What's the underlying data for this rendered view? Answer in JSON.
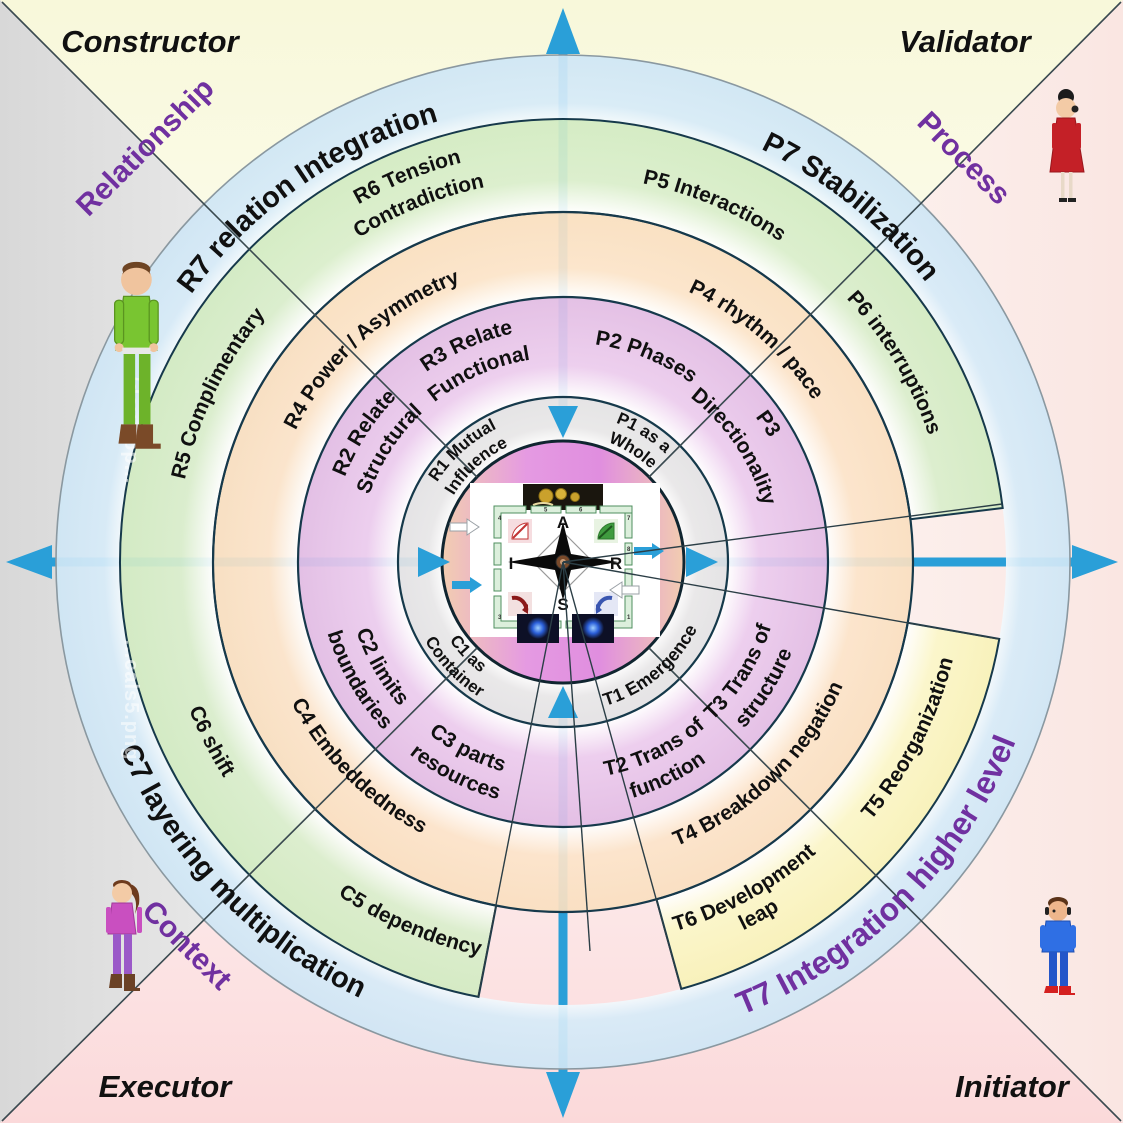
{
  "roles": {
    "top_left": "Constructor",
    "top_right": "Validator",
    "bottom_left": "Executor",
    "bottom_right": "Initiator"
  },
  "dimensions": {
    "top_left": "Relationship",
    "top_right": "Process",
    "bottom_left": "Context"
  },
  "rings": {
    "R": {
      "r7": "R7 relation Integration",
      "r6": [
        "R6 Tension",
        "Contradiction"
      ],
      "r5": "R5 Complimentary",
      "r4": "R4 Power / Asymmetry",
      "r3": [
        "R3 Relate",
        "Functional"
      ],
      "r2": [
        "R2 Relate",
        "Structural"
      ],
      "r1": [
        "R1 Mutual",
        "Influence"
      ]
    },
    "P": {
      "p7": "P7 Stabilization",
      "p6": "P6 interruptions",
      "p5": "P5 Interactions",
      "p4": "P4 rhythm / pace",
      "p3": [
        "P3",
        "Directionality"
      ],
      "p2": "P2 Phases",
      "p1": [
        "P1 as a",
        "Whole"
      ]
    },
    "C": {
      "c7": "C7 layering multiplication",
      "c6": "C6 shift",
      "c5": "C5 dependency",
      "c4": "C4 Embeddedness",
      "c3": [
        "C3 parts",
        "resources"
      ],
      "c2": [
        "C2 limits",
        "boundaries"
      ],
      "c1": [
        "C1 as",
        "Container"
      ]
    },
    "T": {
      "t7": "T7 Integration higher level",
      "t6": [
        "T6 Development",
        "leap"
      ],
      "t5": "T5 Reorganization",
      "t4": "T4 Breakdown negation",
      "t3": [
        "T3 Trans of",
        "structure"
      ],
      "t2": [
        "T2 Trans of",
        "function"
      ],
      "t1": "T1 Emergence"
    }
  },
  "center": {
    "compass": {
      "top": "A",
      "left": "I",
      "right": "R",
      "bottom": "S"
    },
    "frame": {
      "tl": "4",
      "tm1": "5",
      "tm2": "6",
      "tr": "7",
      "r": "8",
      "bl": "3",
      "bm": "2",
      "br": "1"
    }
  },
  "watermarks": {
    "upper": ".../develop...",
    "lower": "...cals5.png"
  },
  "characters": {
    "top_left": "green-suit-man",
    "top_right": "red-dress-woman",
    "bottom_left": "purple-outfit-woman",
    "bottom_right": "blue-hoodie-boy"
  },
  "colors": {
    "ring_blue": "#cfe6f5",
    "ring_green": "#d5ecc6",
    "ring_orange": "#f9dfc0",
    "ring_purple": "#e7c4e9",
    "ring_gray": "#e3e2e4",
    "ring_yellow": "#f9f4bd",
    "center_pink": "#e08edf",
    "axis_arrow": "#2a9fd8",
    "dimension_label": "#7030a0",
    "bg_yellow": "#f8f8da",
    "bg_gray": "#dadada",
    "bg_pink": "#fbd9da",
    "bg_peach": "#fae6e2"
  }
}
